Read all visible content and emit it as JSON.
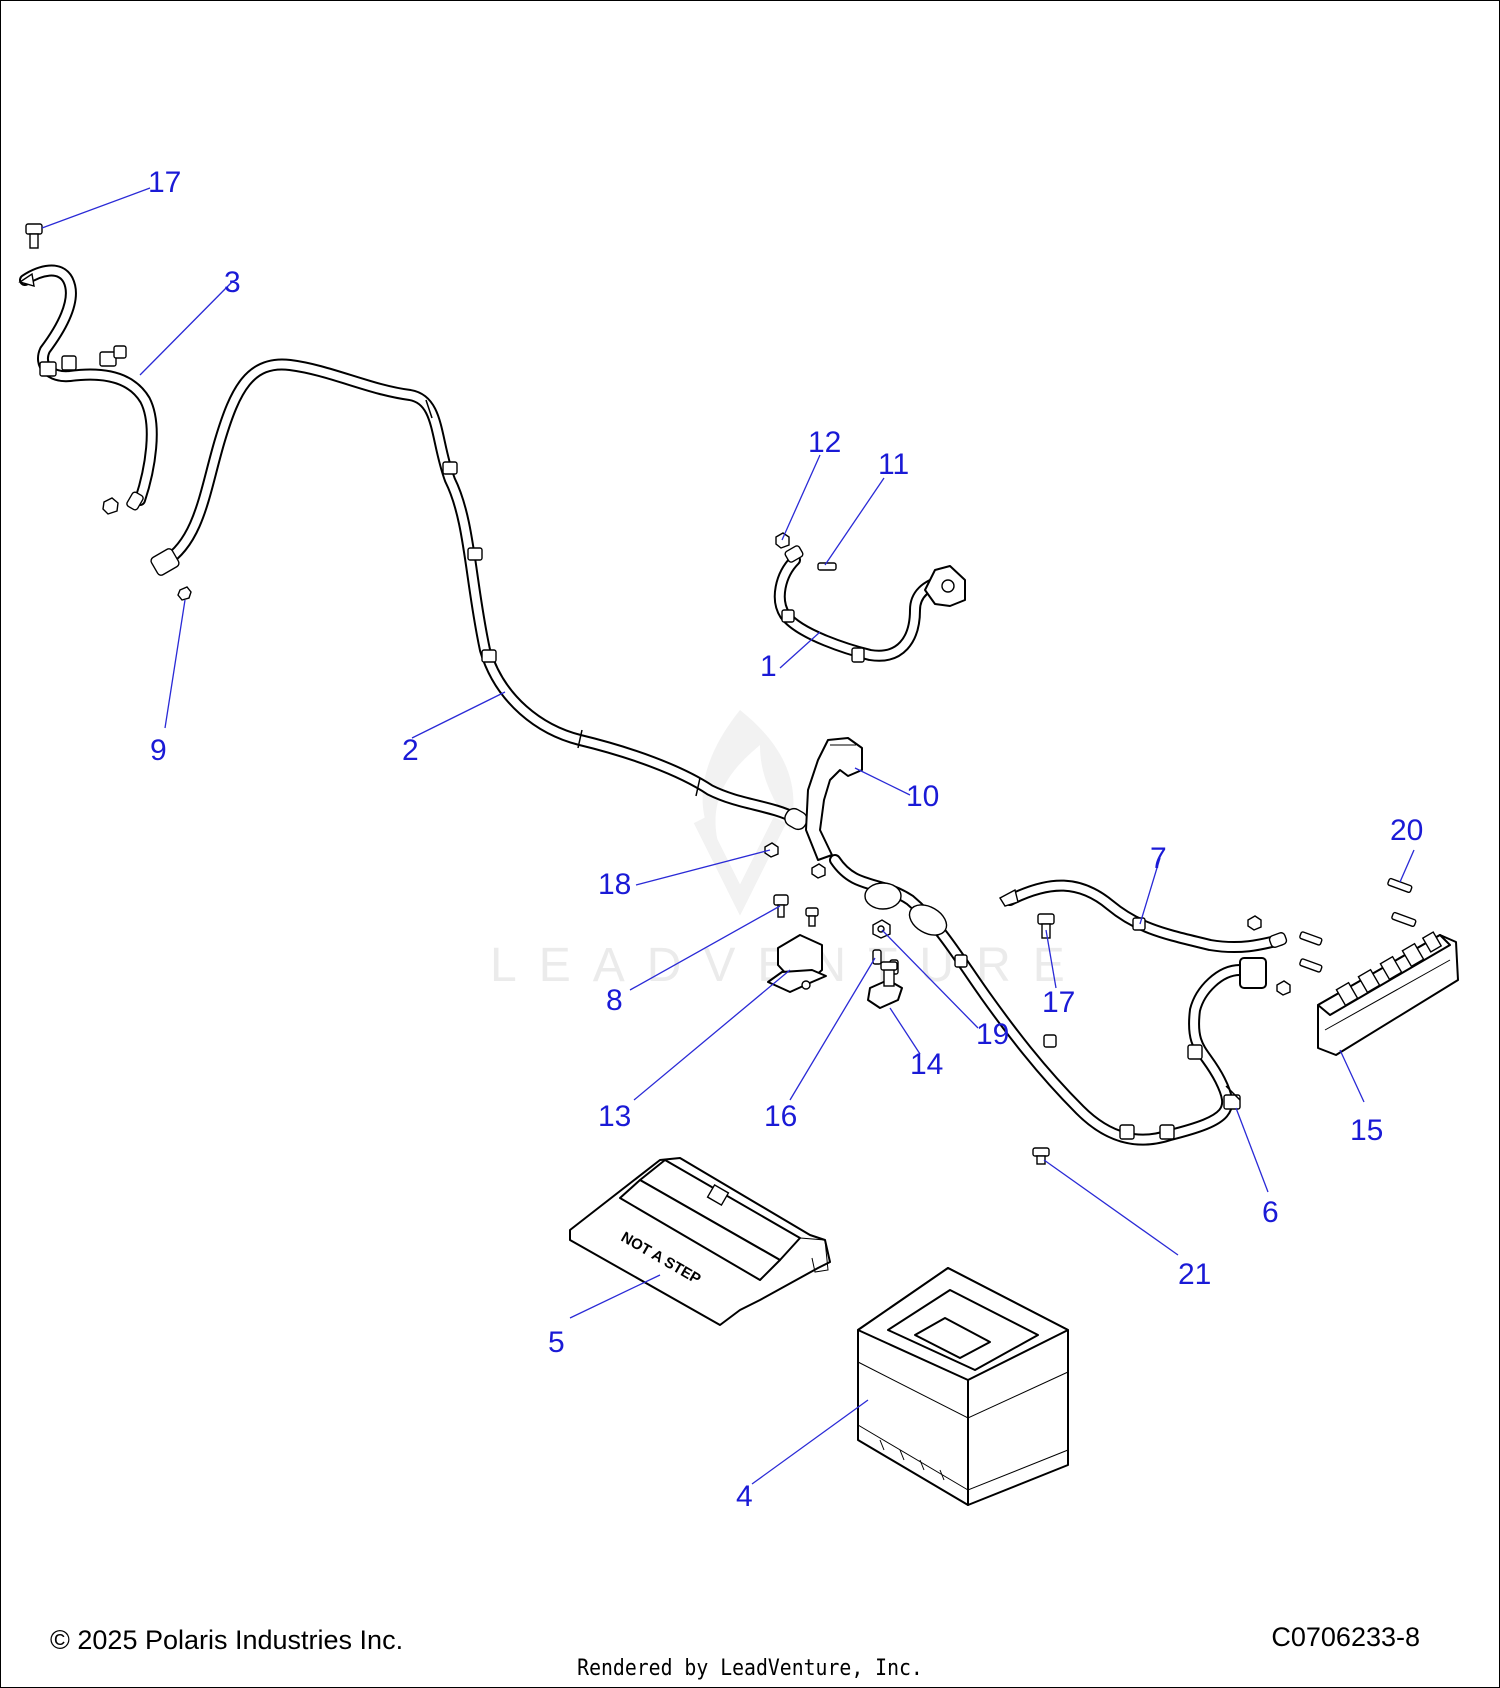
{
  "footer": {
    "copyright": "© 2025 Polaris Industries Inc.",
    "drawing_number": "C0706233-8",
    "rendered_by": "Rendered by LeadVenture, Inc."
  },
  "watermark": "LEADVENTURE",
  "battery_cover": {
    "stamp_text": "NOT A STEP"
  },
  "callouts": {
    "c1": "1",
    "c2": "2",
    "c3": "3",
    "c4": "4",
    "c5": "5",
    "c6": "6",
    "c7": "7",
    "c8": "8",
    "c9": "9",
    "c10": "10",
    "c11": "11",
    "c12": "12",
    "c13": "13",
    "c14": "14",
    "c15": "15",
    "c16": "16",
    "c17a": "17",
    "c17b": "17",
    "c18": "18",
    "c19": "19",
    "c20": "20",
    "c21": "21"
  },
  "colors": {
    "callout": "#1a1ad6",
    "line": "#000000",
    "watermark": "#ebebeb"
  }
}
